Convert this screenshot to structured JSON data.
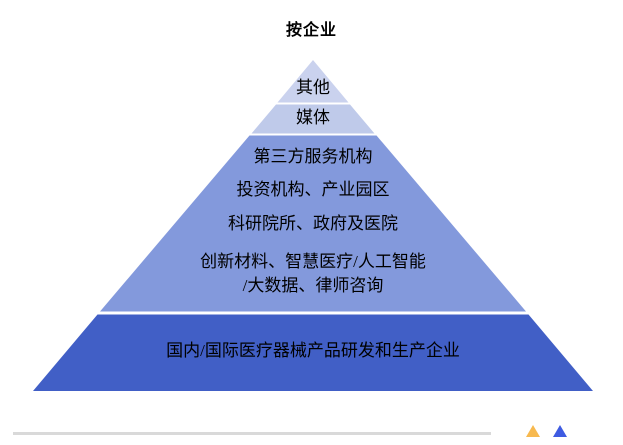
{
  "title": "按企业",
  "pyramid": {
    "levels": [
      {
        "name": "others",
        "color": "#cad2ee",
        "lines": [
          "其他"
        ]
      },
      {
        "name": "media",
        "color": "#bfcaea",
        "lines": [
          "媒体"
        ]
      },
      {
        "name": "middle",
        "color": "#8399dc",
        "lines": [
          "第三方服务机构",
          "投资机构、产业园区",
          "科研院所、政府及医院",
          "创新材料、智慧医疗/人工智能",
          "/大数据、律师咨询"
        ]
      },
      {
        "name": "base",
        "color": "#415fc6",
        "lines": [
          "国内/国际医疗器械产品研发和生产企业"
        ]
      }
    ]
  },
  "legend": {
    "orange_triangle_color": "#f7b94f",
    "blue_triangle_color": "#3e5be1"
  },
  "divider_color": "#d9d9d9"
}
